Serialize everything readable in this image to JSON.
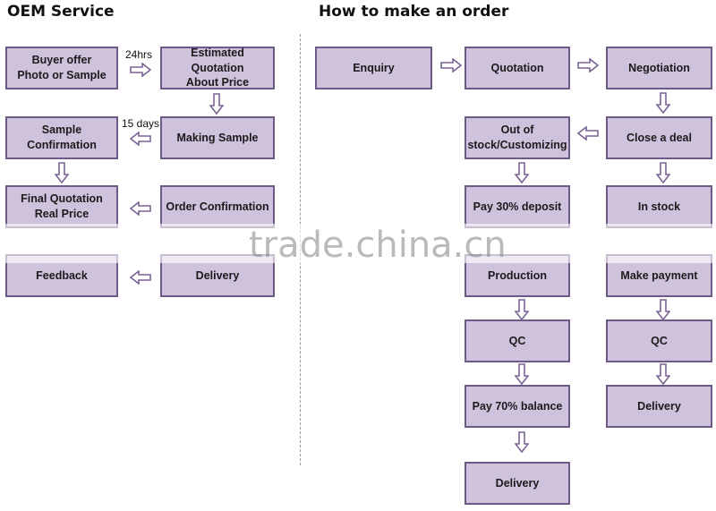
{
  "oem": {
    "title": "OEM Service",
    "buyer_offer": "Buyer offer\nPhoto or Sample",
    "estimated_quotation": "Estimated Quotation\nAbout Price",
    "making_sample": "Making Sample",
    "sample_confirmation": "Sample Confirmation",
    "final_quotation": "Final Quotation\nReal Price",
    "order_confirmation": "Order Confirmation",
    "delivery": "Delivery",
    "feedback": "Feedback",
    "note_24hrs": "24hrs",
    "note_15days": "15 days"
  },
  "order": {
    "title": "How to make an order",
    "enquiry": "Enquiry",
    "quotation": "Quotation",
    "negotiation": "Negotiation",
    "close_deal": "Close a deal",
    "out_of_stock": "Out of\nstock/Customizing",
    "in_stock": "In stock",
    "pay_deposit": "Pay 30% deposit",
    "production": "Production",
    "make_payment": "Make payment",
    "qc_left": "QC",
    "qc_right": "QC",
    "pay_balance": "Pay 70% balance",
    "delivery_right": "Delivery",
    "delivery_left": "Delivery"
  },
  "watermark": "trade.china.cn",
  "colors": {
    "box_fill": "#cfc2dc",
    "box_border": "#6e5a86",
    "arrow": "#7a6494"
  }
}
